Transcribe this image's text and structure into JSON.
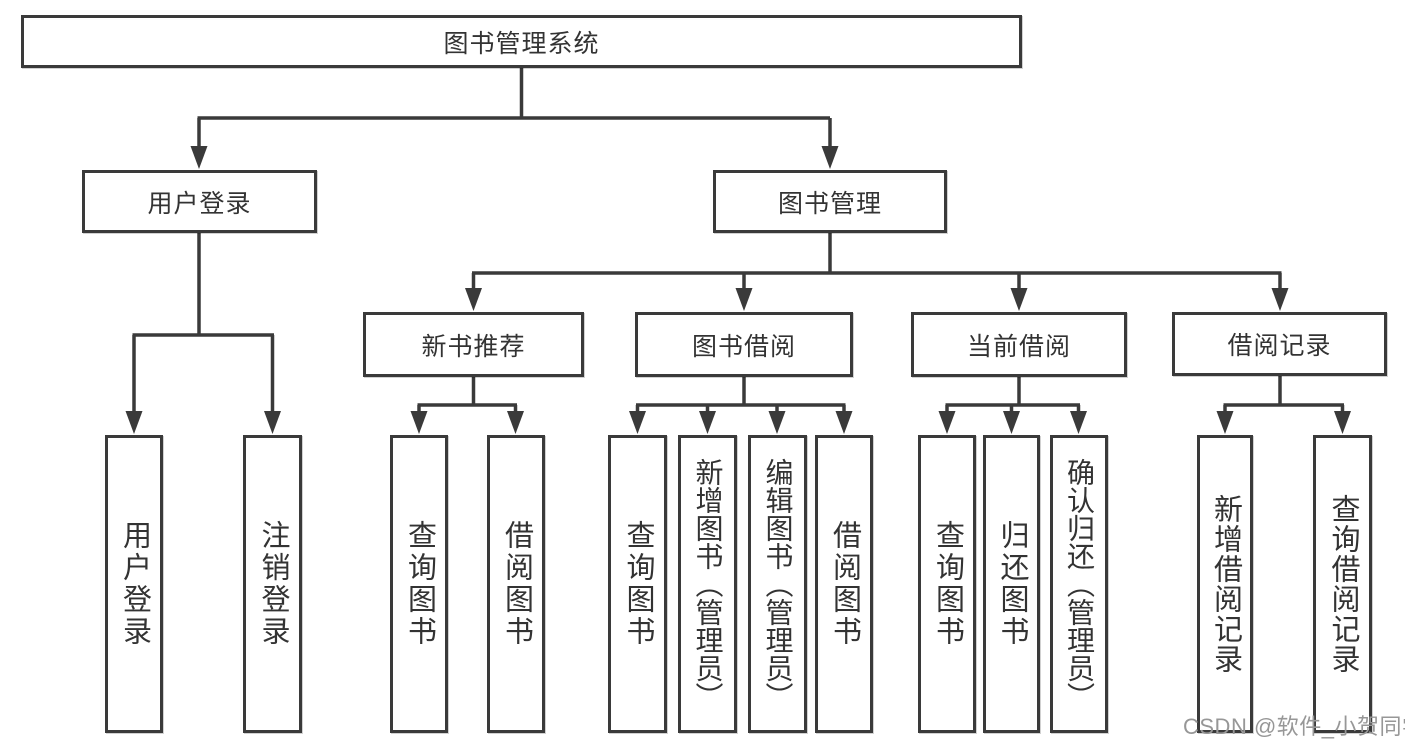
{
  "diagram": {
    "root": {
      "label": "图书管理系统"
    },
    "level2": [
      {
        "label": "用户登录",
        "children": [
          {
            "label": "用户登录"
          },
          {
            "label": "注销登录"
          }
        ]
      },
      {
        "label": "图书管理",
        "children": [
          {
            "label": "新书推荐",
            "children": [
              {
                "label": "查询图书"
              },
              {
                "label": "借阅图书"
              }
            ]
          },
          {
            "label": "图书借阅",
            "children": [
              {
                "label": "查询图书"
              },
              {
                "label": "新增图书（管理员）"
              },
              {
                "label": "编辑图书（管理员）"
              },
              {
                "label": "借阅图书"
              }
            ]
          },
          {
            "label": "当前借阅",
            "children": [
              {
                "label": "查询图书"
              },
              {
                "label": "归还图书"
              },
              {
                "label": "确认归还（管理员）"
              }
            ]
          },
          {
            "label": "借阅记录",
            "children": [
              {
                "label": "新增借阅记录"
              },
              {
                "label": "查询借阅记录"
              }
            ]
          }
        ]
      }
    ]
  },
  "watermark": {
    "text": "CSDN @软件_小贺同学"
  },
  "colors": {
    "line": "#3a3a3a",
    "box_fill": "#ffffff",
    "text": "#333333",
    "watermark": "#979797"
  }
}
